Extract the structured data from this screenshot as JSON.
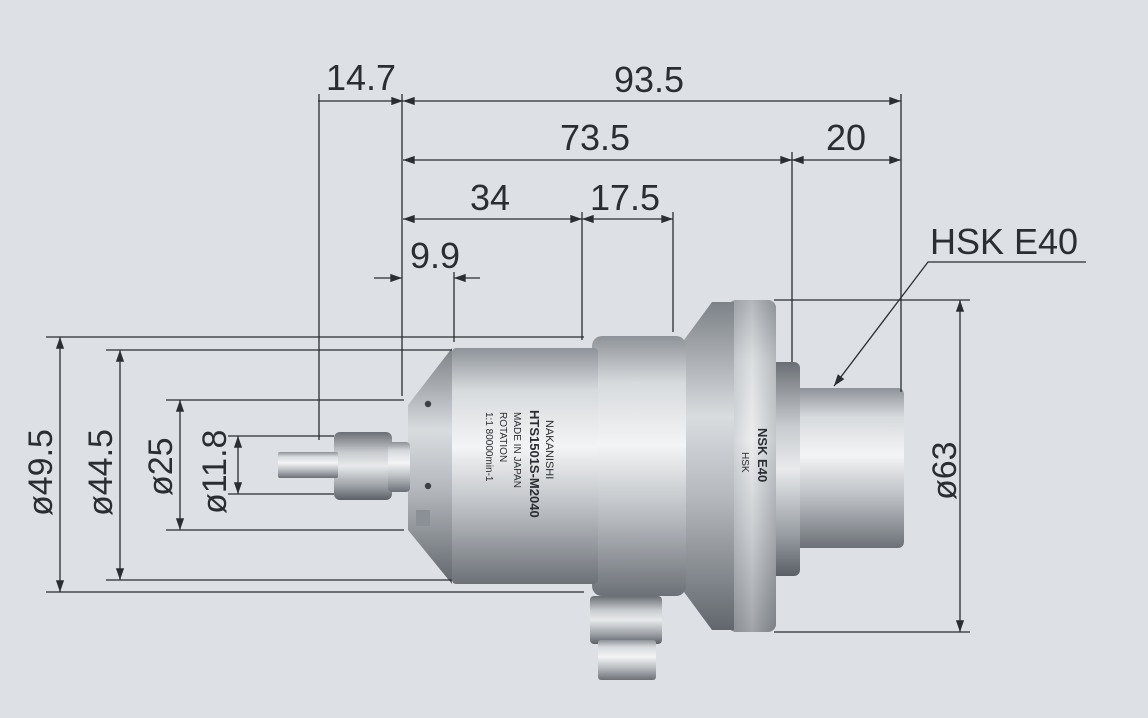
{
  "dimensions": {
    "overall_length": "93.5",
    "stub_length": "14.7",
    "body_length": "73.5",
    "shank_length": "20",
    "head_length": "34",
    "collar_length": "17.5",
    "nose_length": "9.9",
    "dia_outer": "ø49.5",
    "dia_body": "ø44.5",
    "dia_nose": "ø25",
    "dia_collet": "ø11.8",
    "dia_flange": "ø63"
  },
  "labels": {
    "shank_type": "HSK E40"
  },
  "product_markings": {
    "brand": "NAKANISHI",
    "model": "HTS1501S-M2040",
    "origin": "MADE IN JAPAN",
    "line3": "ROTATION",
    "line4": "1:1 80000min-1",
    "flange_mark": "NSK E40",
    "flange_mark2": "HSK"
  },
  "colors": {
    "background": "#dde1e6",
    "line": "#2a2d31",
    "metal_light": "#eceef0",
    "metal_mid": "#b9bdc2",
    "metal_dark": "#6f747a"
  }
}
